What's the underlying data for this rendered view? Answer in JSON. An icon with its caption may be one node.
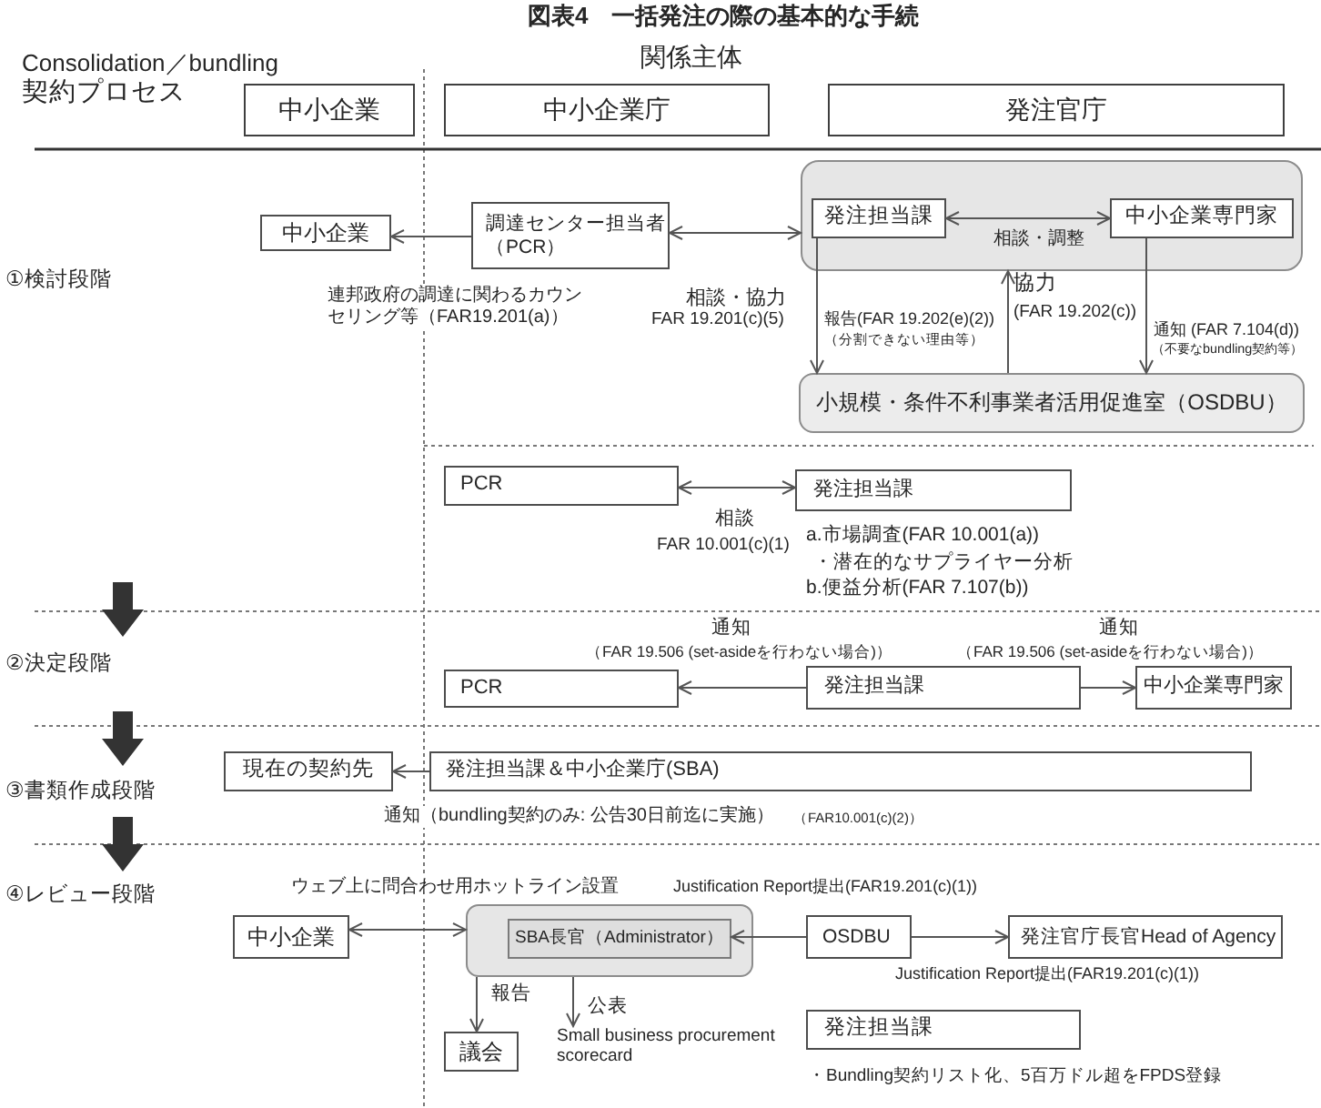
{
  "diagram": {
    "title": "図表4　一括発注の際の基本的な手続",
    "nodes": [
      {
        "text": [
          "中小企業"
        ]
      },
      {
        "text": [
          "中小企業庁"
        ]
      },
      {
        "text": [
          "発注官庁"
        ]
      },
      {
        "text": [
          "中小企業"
        ]
      },
      {
        "text": [
          "調達センター担当者",
          "（PCR）"
        ]
      },
      {
        "text": [],
        "shape": "box"
      },
      {
        "text": [
          "発注担当課"
        ],
        "in": 5
      },
      {
        "text": [
          "中小企業専門家"
        ],
        "in": 5
      },
      {
        "text": [
          "小規模・条件不利事業者活用促進室（OSDBU）"
        ]
      },
      {
        "text": [
          "PCR"
        ]
      },
      {
        "text": [
          "発注担当課"
        ]
      },
      {
        "text": [
          "PCR"
        ]
      },
      {
        "text": [
          "発注担当課"
        ]
      },
      {
        "text": [
          "中小企業専門家"
        ]
      },
      {
        "text": [
          "現在の契約先"
        ]
      },
      {
        "text": [
          "発注担当課＆中小企業庁(SBA)"
        ]
      },
      {
        "text": [
          "中小企業"
        ]
      },
      {
        "text": [],
        "shape": "box"
      },
      {
        "text": [
          "SBA長官（Administrator）"
        ],
        "in": 17
      },
      {
        "text": [
          "OSDBU"
        ]
      },
      {
        "text": [
          "発注官庁長官Head of Agency"
        ]
      },
      {
        "text": [
          "議会"
        ]
      },
      {
        "text": [
          "Small business procurement scorecard"
        ]
      },
      {
        "text": [
          "発注担当課"
        ]
      }
    ],
    "edges": [
      {
        "from": 4,
        "to": 3,
        "arrow": "to",
        "label": "連邦政府の調達に関わるカウンセリング等（FAR19.201(a)）"
      },
      {
        "from": 4,
        "to": 5,
        "arrow": "both",
        "label": "相談・協力"
      },
      {
        "from": 6,
        "to": 7,
        "arrow": "both",
        "label": "相談・調整"
      },
      {
        "from": 6,
        "to": 8,
        "arrow": "to",
        "label": "報告(FAR 19.202(e)(2))"
      },
      {
        "from": 8,
        "to": 5,
        "arrow": "to",
        "label": "協力"
      },
      {
        "from": 7,
        "to": 8,
        "arrow": "to",
        "label": "通知 (FAR 7.104(d))"
      },
      {
        "from": 9,
        "to": 10,
        "arrow": "both",
        "label": "相談"
      },
      {
        "from": 12,
        "to": 11,
        "arrow": "to",
        "label": "通知"
      },
      {
        "from": 12,
        "to": 13,
        "arrow": "to",
        "label": "通知"
      },
      {
        "from": 15,
        "to": 14,
        "arrow": "to",
        "label": "通知（bundling契約のみ: 公告30日前迄に実施）"
      },
      {
        "from": 16,
        "to": 17,
        "arrow": "both",
        "label": "ウェブ上に問合わせ用ホットライン設置"
      },
      {
        "from": 19,
        "to": 18,
        "arrow": "to",
        "label": "Justification Report提出(FAR19.201(c)(1))"
      },
      {
        "from": 19,
        "to": 20,
        "arrow": "to",
        "label": "Justification Report提出(FAR19.201(c)(1))"
      },
      {
        "from": 17,
        "to": 21,
        "arrow": "to",
        "label": "報告"
      },
      {
        "from": 17,
        "to": 22,
        "arrow": "to",
        "label": "公表"
      }
    ],
    "labels": [
      "Consolidation／bundling",
      "契約プロセス",
      "関係主体",
      "①検討段階",
      "FAR 19.201(c)(5)",
      "（分割できない理由等）",
      "(FAR 19.202(c))",
      "（不要なbundling契約等）",
      "FAR 10.001(c)(1)",
      "a.市場調査(FAR 10.001(a))",
      "・潜在的なサプライヤー分析",
      "b.便益分析(FAR 7.107(b))",
      "（FAR 19.506 (set-asideを行わない場合)）",
      "（FAR 19.506 (set-asideを行わない場合)）",
      "②決定段階",
      "③書類作成段階",
      "（FAR10.001(c)(2)）",
      "④レビュー段階",
      "・Bundling契約リスト化、5百万ドル超をFPDS登録"
    ]
  }
}
